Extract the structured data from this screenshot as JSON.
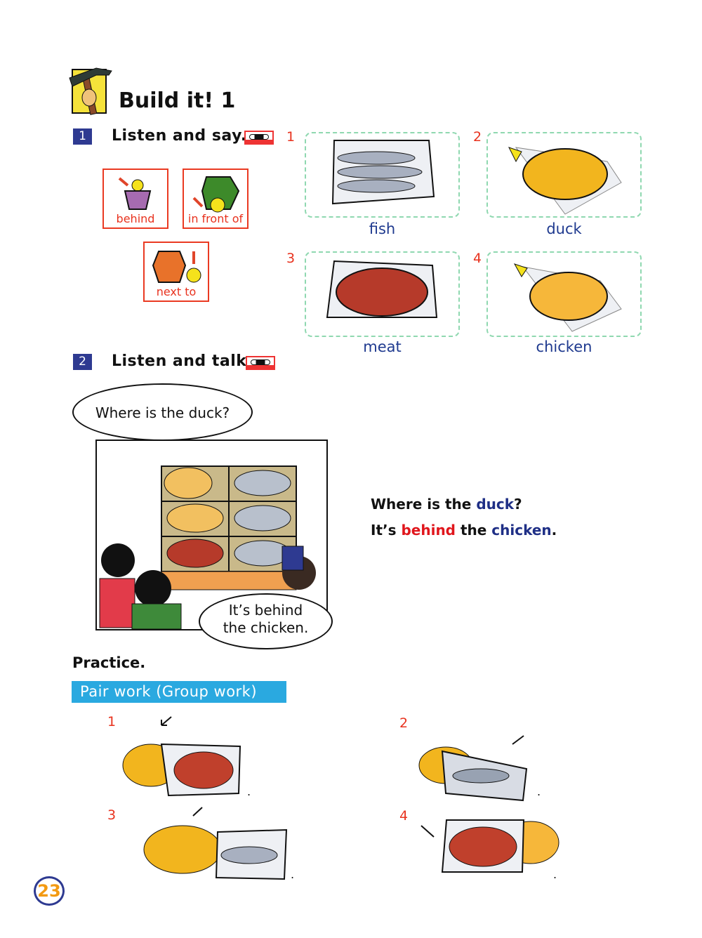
{
  "title": "Build it! 1",
  "section1": {
    "number": "1",
    "heading": "Listen and say.",
    "prepositions": [
      "behind",
      "in front of",
      "next to"
    ],
    "foods": [
      {
        "number": "1",
        "label": "fish"
      },
      {
        "number": "2",
        "label": "duck"
      },
      {
        "number": "3",
        "label": "meat"
      },
      {
        "number": "4",
        "label": "chicken"
      }
    ]
  },
  "section2": {
    "number": "2",
    "heading": "Listen and talk.",
    "bubble_question": "Where is the duck?",
    "bubble_answer_line1": "It’s behind",
    "bubble_answer_line2": "the chicken.",
    "sentence1": {
      "a": "Where is the ",
      "b": "duck",
      "c": "?"
    },
    "sentence2": {
      "a": "It’s ",
      "b": "behind",
      "c": " the ",
      "d": "chicken",
      "e": "."
    }
  },
  "practice": {
    "heading": "Practice.",
    "banner": "Pair work (Group work)",
    "items": [
      "1",
      "2",
      "3",
      "4"
    ],
    "period": "."
  },
  "page_number": "23",
  "colors": {
    "red": "#e8321e",
    "navy": "#1f3a8f",
    "cyan": "#2aa9e0",
    "badge": "#2e3a91"
  }
}
